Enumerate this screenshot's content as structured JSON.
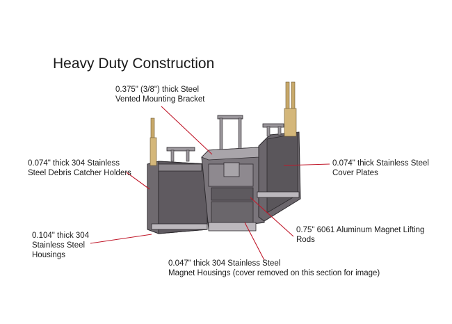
{
  "title": "Heavy Duty Construction",
  "callouts": {
    "mounting_bracket": "0.375\" (3/8\") thick Steel\nVented Mounting Bracket",
    "debris_catcher": "0.074\" thick 304 Stainless\nSteel Debris Catcher Holders",
    "cover_plates": "0.074\" thick Stainless Steel\nCover Plates",
    "housings": "0.104\" thick 304\nStainless Steel\nHousings",
    "lifting_rods": "0.75\" 6061 Aluminum Magnet Lifting\nRods",
    "magnet_housings": "0.047\" thick 304 Stainless Steel\nMagnet Housings (cover removed on this section for image)"
  },
  "colors": {
    "leader": "#c0182a",
    "steel": "#6f6a6f",
    "steel_dark": "#4a464b",
    "steel_light": "#9b979c",
    "brass": "#c8a96a"
  }
}
